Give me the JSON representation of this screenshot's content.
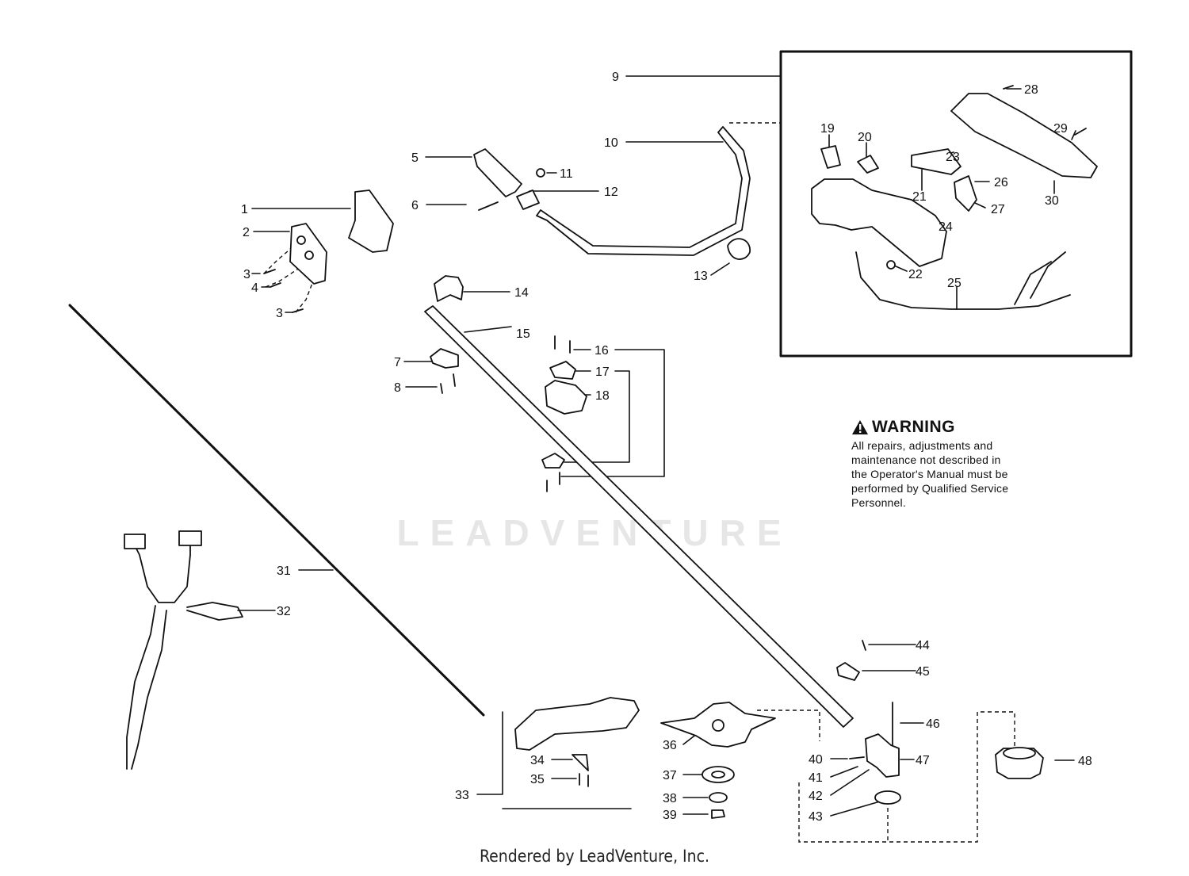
{
  "callouts": {
    "c1": "1",
    "c2": "2",
    "c3a": "3",
    "c3b": "3",
    "c4": "4",
    "c5": "5",
    "c6": "6",
    "c7": "7",
    "c8": "8",
    "c9": "9",
    "c10": "10",
    "c11": "11",
    "c12": "12",
    "c13": "13",
    "c14": "14",
    "c15": "15",
    "c16": "16",
    "c17": "17",
    "c18": "18",
    "c19": "19",
    "c20": "20",
    "c21": "21",
    "c22": "22",
    "c23": "23",
    "c24": "24",
    "c25": "25",
    "c26": "26",
    "c27": "27",
    "c28": "28",
    "c29": "29",
    "c30": "30",
    "c31": "31",
    "c32": "32",
    "c33": "33",
    "c34": "34",
    "c35": "35",
    "c36": "36",
    "c37": "37",
    "c38": "38",
    "c39": "39",
    "c40": "40",
    "c41": "41",
    "c42": "42",
    "c43": "43",
    "c44": "44",
    "c45": "45",
    "c46": "46",
    "c47": "47",
    "c48": "48"
  },
  "warning": {
    "title": "WARNING",
    "lines": [
      "All repairs, adjustments and",
      "maintenance not described in",
      "the Operator's Manual must be",
      "performed by Qualified Service",
      "Personnel."
    ]
  },
  "watermark": "LEADVENTURE",
  "footer": "Rendered by LeadVenture, Inc."
}
